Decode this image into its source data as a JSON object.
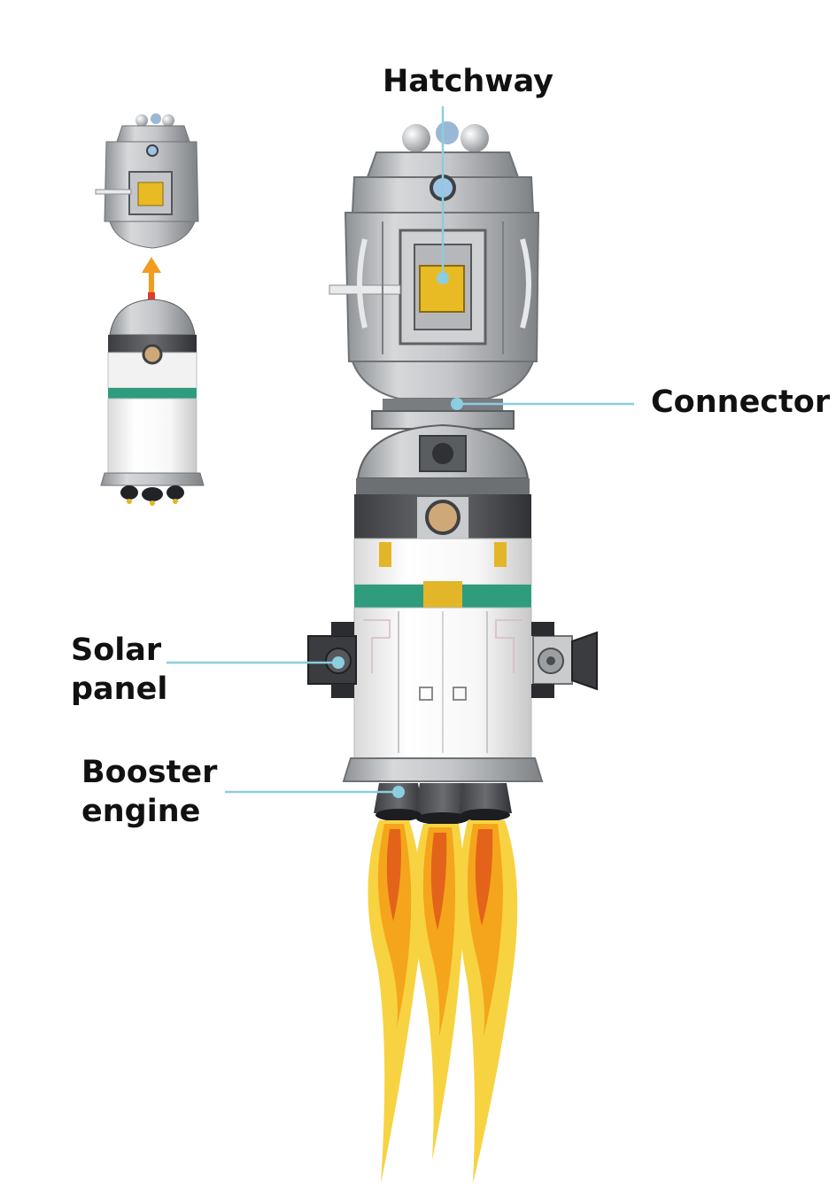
{
  "labels": {
    "hatchway": "Hatchway",
    "connector": "Connector",
    "solar_line1": "Solar",
    "solar_line2": "panel",
    "booster_line1": "Booster",
    "booster_line2": "engine"
  },
  "colors": {
    "leader": "#8ccde0",
    "hull_grey": "#a9acaf",
    "hull_light": "#dfe1e3",
    "white_body": "#f3f3f3",
    "teal_band": "#2e9c7d",
    "gold": "#e2b628",
    "flame_outer": "#f7d341",
    "flame_mid": "#f4a51c",
    "flame_inner": "#e4631a",
    "arrow": "#f29c1f"
  }
}
